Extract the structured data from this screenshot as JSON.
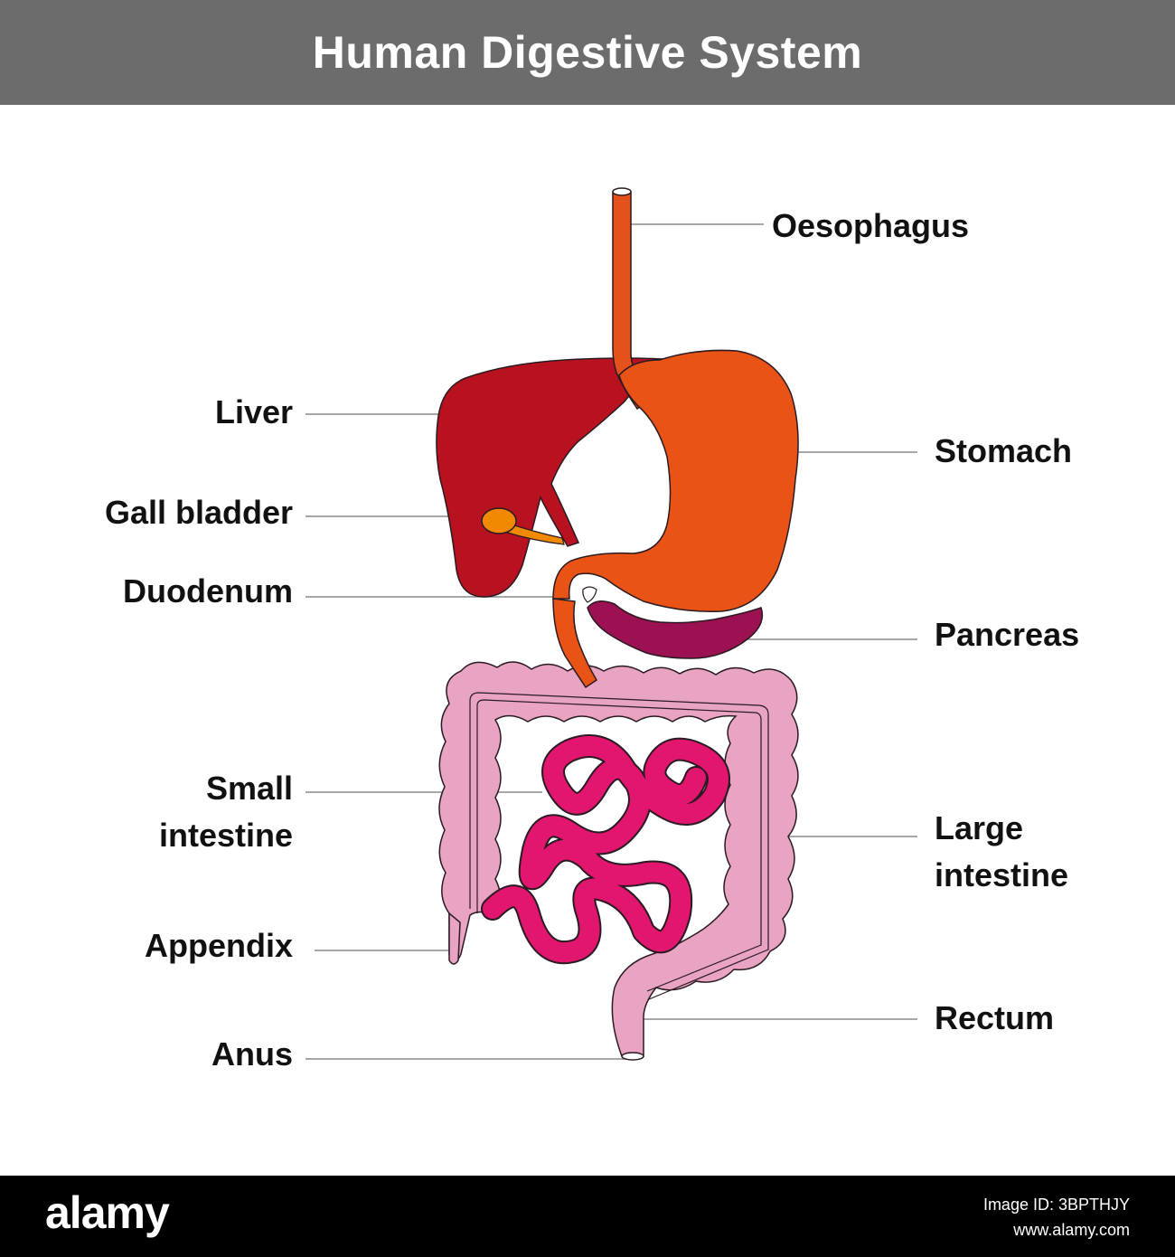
{
  "header": {
    "title": "Human Digestive System"
  },
  "labels": {
    "oesophagus": "Oesophagus",
    "liver": "Liver",
    "stomach": "Stomach",
    "gall_bladder": "Gall bladder",
    "duodenum": "Duodenum",
    "pancreas": "Pancreas",
    "small_intestine_1": "Small",
    "small_intestine_2": "intestine",
    "large_intestine_1": "Large",
    "large_intestine_2": "intestine",
    "appendix": "Appendix",
    "rectum": "Rectum",
    "anus": "Anus"
  },
  "colors": {
    "oesophagus": "#e4511b",
    "stomach": "#ea5316",
    "liver": "#b8111f",
    "gall_bladder": "#f18a00",
    "pancreas": "#9c1151",
    "small_intestine": "#e2166e",
    "large_intestine": "#e8a4c2",
    "leader_line": "#8a8a8a"
  },
  "footer": {
    "brand": "alamy",
    "image_id": "Image ID: 3BPTHJY",
    "site": "www.alamy.com"
  }
}
